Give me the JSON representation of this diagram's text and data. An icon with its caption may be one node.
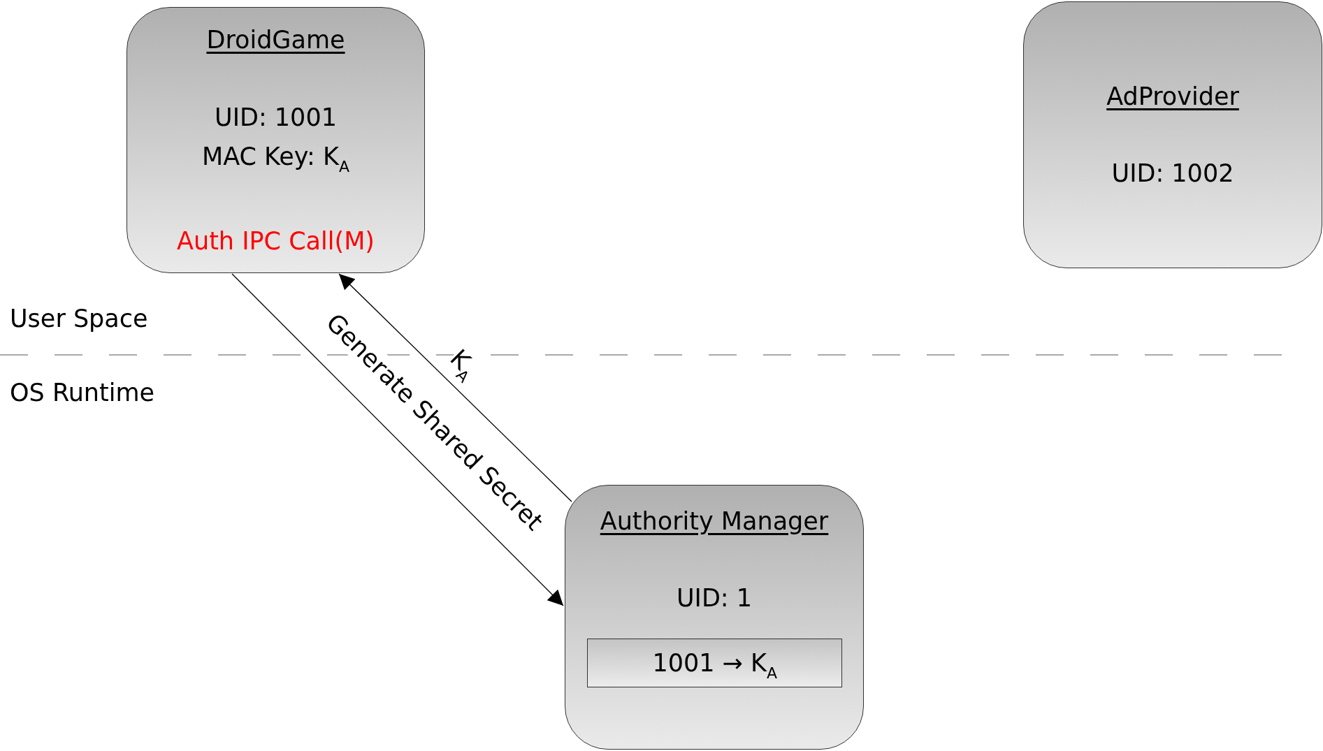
{
  "diagram": {
    "nodes": [
      {
        "text": [
          "DroidGame",
          "UID: 1001",
          "MAC Key: K$_{A}$",
          "Auth IPC Call(M)"
        ]
      },
      {
        "text": [
          "AdProvider",
          "UID: 1002"
        ]
      },
      {
        "text": [
          "Authority Manager",
          "UID: 1"
        ]
      },
      {
        "text": [
          "1001 → K$_{A}$"
        ],
        "in": 2
      }
    ],
    "edges": [
      {
        "from": 0,
        "to": 2,
        "arrow": "to",
        "label": "Generate Shared Secret"
      },
      {
        "from": 2,
        "to": 0,
        "arrow": "to",
        "label": "K$_{A}$"
      }
    ],
    "labels": [
      "User Space",
      "OS Runtime"
    ]
  }
}
